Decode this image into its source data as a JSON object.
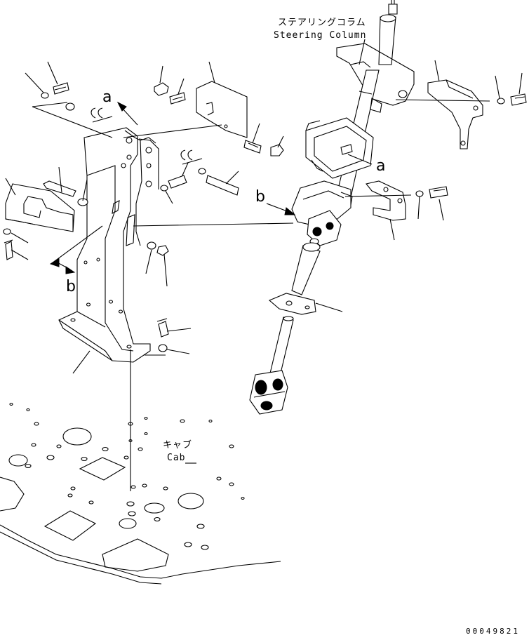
{
  "labels": {
    "steering_jp": "ステアリングコラム",
    "steering_en": "Steering Column",
    "cab_jp": "キャブ",
    "cab_en": "Cab",
    "ref_a_top": "a",
    "ref_a_right": "a",
    "ref_b_left": "b",
    "ref_b_right": "b",
    "drawing_id": "00049821"
  },
  "icons": {
    "arrow": "arrowhead-icon",
    "bolt": "bolt-icon",
    "washer": "washer-icon",
    "nut": "nut-icon",
    "universal_joint": "universal-joint-icon"
  },
  "colors": {
    "line": "#000000",
    "background": "#ffffff"
  }
}
